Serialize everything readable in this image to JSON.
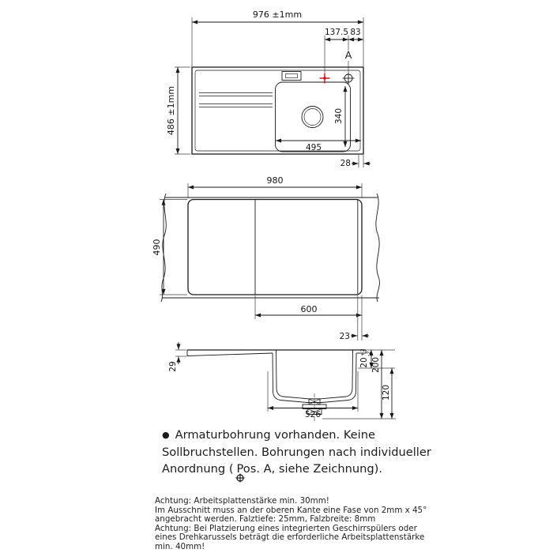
{
  "colors": {
    "line": "#1a1a1a",
    "accent_red": "#c01212",
    "background": "#ffffff"
  },
  "top_view": {
    "dim_width": "976 ±1mm",
    "dim_offset_a": "137.5",
    "dim_edge_a": "83",
    "pos_label": "A",
    "dim_height": "486 ±1mm",
    "dim_bowl_width": "495",
    "dim_bowl_height": "340",
    "dim_right_gap": "28"
  },
  "cutout_view": {
    "dim_width": "980",
    "dim_height": "490",
    "dim_bowl": "600",
    "dim_falz": "23"
  },
  "section_view": {
    "dim_front_edge": "29",
    "dim_rim_depth": "20",
    "tol_plus": "+2",
    "tol_minus": "-2",
    "dim_total_depth": "200",
    "dim_drain_clearance": "120",
    "dim_bowl_width": "526"
  },
  "main_note": {
    "bullet": "●",
    "line1": "Armaturbohrung vorhanden. Keine",
    "line2": "Sollbruchstellen. Bohrungen nach individueller",
    "line3_prefix": "Anordnung (",
    "line3_pos": "Pos. A, siehe Zeichnung)."
  },
  "notes": {
    "lines": [
      "Achtung: Arbeitsplattenstärke min. 30mm!",
      "Im Ausschnitt muss an der oberen Kante eine Fase von 2mm x 45°",
      "angebracht werden. Falztiefe: 25mm, Falzbreite: 8mm",
      "Achtung: Bei Platzierung eines integrierten Geschirrspülers oder",
      "eines Drehkarussels beträgt die erforderliche Arbeitsplattenstärke",
      "min. 40mm!"
    ]
  }
}
